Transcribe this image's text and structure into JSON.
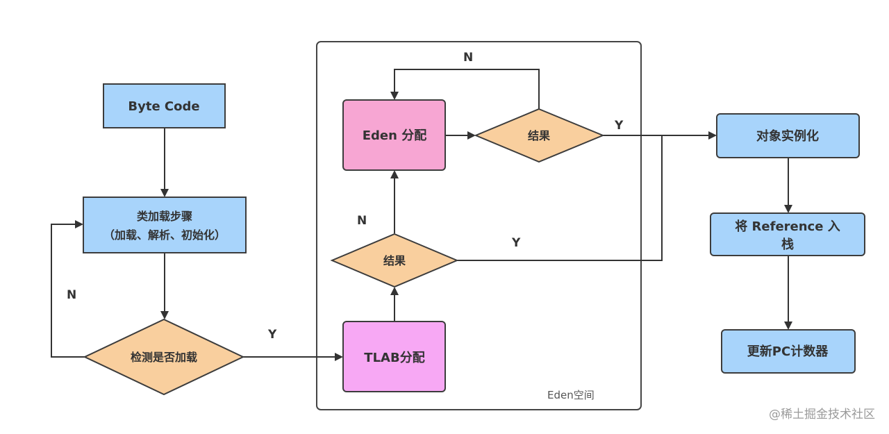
{
  "nodes": {
    "byte_code": "Byte Code",
    "class_loading_line1": "类加载步骤",
    "class_loading_line2": "（加载、解析、初始化）",
    "check_loaded": "检测是否加载",
    "tlab_alloc": "TLAB分配",
    "result_tlab": "结果",
    "eden_alloc": "Eden 分配",
    "result_eden": "结果",
    "object_instantiate": "对象实例化",
    "push_reference_line1": "将 Reference 入",
    "push_reference_line2": "栈",
    "update_pc": "更新PC计数器"
  },
  "edge_labels": {
    "check_no": "N",
    "check_yes": "Y",
    "tlab_no": "N",
    "tlab_yes": "Y",
    "eden_no": "N",
    "eden_yes": "Y"
  },
  "region": {
    "eden_space": "Eden空间"
  },
  "watermark": "@稀土掘金技术社区",
  "colors": {
    "process_blue": "#a8d4fb",
    "decision_orange": "#f9cf9e",
    "eden_pink": "#f7a6d3",
    "tlab_pink": "#f7a8f4",
    "stroke": "#3c3c3c"
  }
}
